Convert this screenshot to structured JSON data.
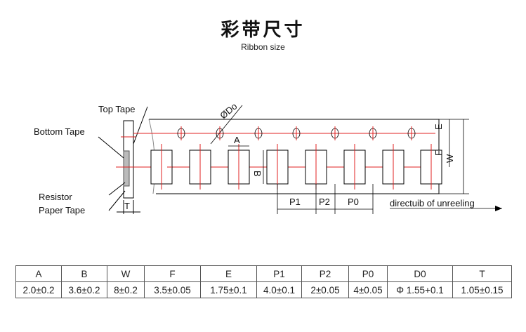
{
  "title": "彩带尺寸",
  "subtitle": "Ribbon size",
  "diagram": {
    "labels": {
      "top_tape": "Top Tape",
      "bottom_tape": "Bottom Tape",
      "resistor": "Resistor",
      "paper_tape": "Paper Tape",
      "t": "T",
      "d0": "ØDo",
      "a": "A",
      "b": "B",
      "e": "E",
      "f": "F",
      "w": "W",
      "p1": "P1",
      "p2": "P2",
      "p0": "P0",
      "direction": "directuib of unreeling"
    },
    "line_color": "#000000",
    "center_line_color": "#e02020"
  },
  "table": {
    "headers": [
      "A",
      "B",
      "W",
      "F",
      "E",
      "P1",
      "P2",
      "P0",
      "D0",
      "T"
    ],
    "values": [
      "2.0±0.2",
      "3.6±0.2",
      "8±0.2",
      "3.5±0.05",
      "1.75±0.1",
      "4.0±0.1",
      "2±0.05",
      "4±0.05",
      "Φ 1.55+0.1",
      "1.05±0.15"
    ]
  }
}
